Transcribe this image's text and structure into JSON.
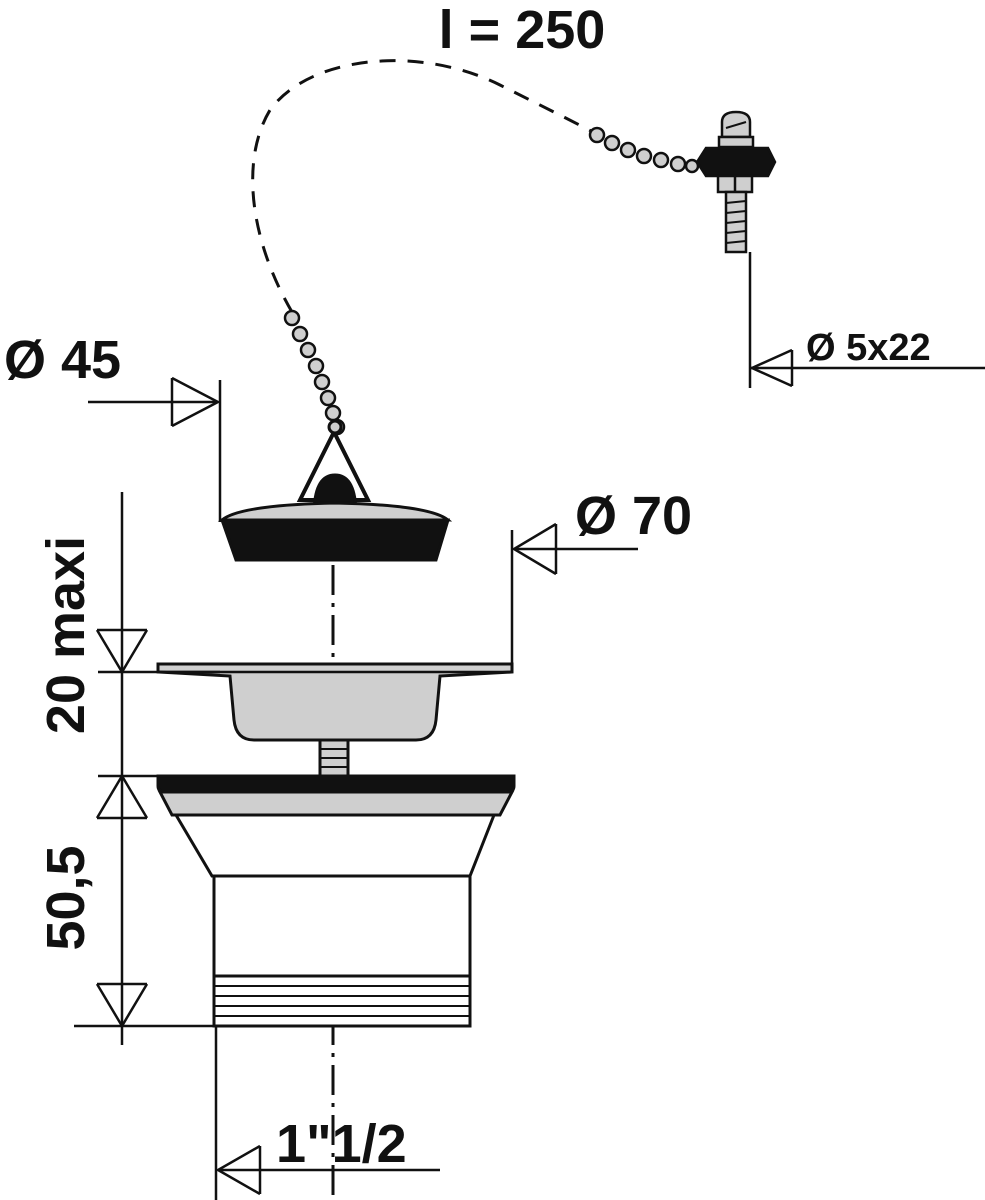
{
  "labels": {
    "chain_length": "l = 250",
    "plug_diameter": "Ø 45",
    "grid_diameter": "Ø 70",
    "screw_spec": "Ø 5x22",
    "adjust_height": "20 maxi",
    "body_height": "50,5",
    "thread_size": "1\"1/2"
  },
  "colors": {
    "line": "#111111",
    "metal_fill": "#cfcfcf",
    "dark_fill": "#111111",
    "background": "#ffffff"
  }
}
